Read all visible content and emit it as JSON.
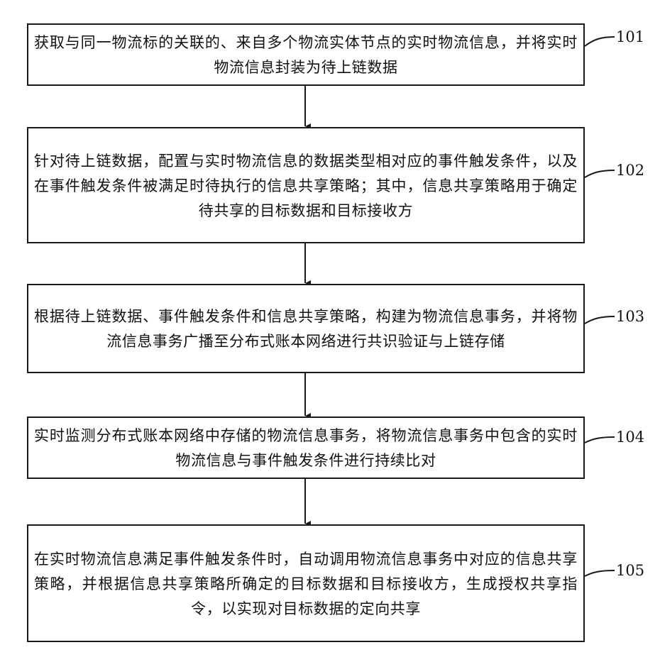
{
  "steps": [
    {
      "id": "101",
      "label": "101",
      "text": "获取与同一物流标的关联的、来自多个物流实体节点的实时物流信息，并将实时物流信息封装为待上链数据"
    },
    {
      "id": "102",
      "label": "102",
      "text": "针对待上链数据，配置与实时物流信息的数据类型相对应的事件触发条件，以及在事件触发条件被满足时待执行的信息共享策略；其中，信息共享策略用于确定待共享的目标数据和目标接收方"
    },
    {
      "id": "103",
      "label": "103",
      "text": "根据待上链数据、事件触发条件和信息共享策略，构建为物流信息事务，并将物流信息事务广播至分布式账本网络进行共识验证与上链存储"
    },
    {
      "id": "104",
      "label": "104",
      "text": "实时监测分布式账本网络中存储的物流信息事务，将物流信息事务中包含的实时物流信息与事件触发条件进行持续比对"
    },
    {
      "id": "105",
      "label": "105",
      "text": "在实时物流信息满足事件触发条件时，自动调用物流信息事务中对应的信息共享策略，并根据信息共享策略所确定的目标数据和目标接收方，生成授权共享指令，以实现对目标数据的定向共享"
    }
  ]
}
